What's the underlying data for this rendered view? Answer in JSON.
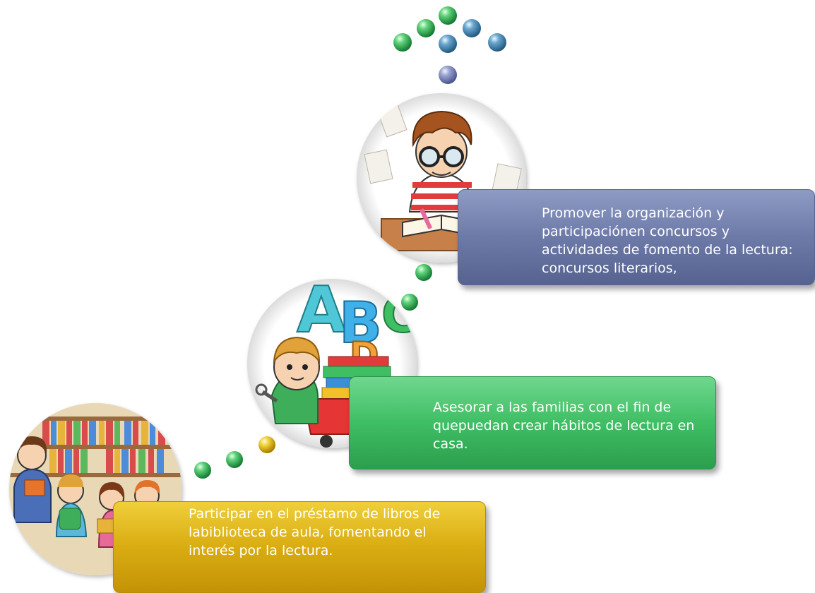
{
  "steps": {
    "top": {
      "text": "Promover la organización y participaciónen concursos y actividades de fomento de la lectura: concursos literarios,"
    },
    "middle": {
      "text": "Asesorar a las familias con el fin de quepuedan crear hábitos de lectura en casa."
    },
    "bottom": {
      "text": "Participar en el préstamo de libros de labiblioteca de aula, fomentando el interés por la lectura."
    }
  },
  "colors": {
    "top_box": "#6d7aa8",
    "middle_box": "#3fbe64",
    "bottom_box": "#d9ac12",
    "bead_green": "#2fa84f",
    "bead_blue": "#4a7fa8",
    "bead_purple": "#7b86b8",
    "bead_yellow": "#e5c21a"
  },
  "icons": {
    "top_illustration": "boy-with-glasses-reading-icon",
    "middle_illustration": "boy-with-books-and-letters-icon",
    "bottom_illustration": "children-in-library-icon",
    "arrow": "bead-arrow-icon",
    "connector": "bead-connector-icon"
  }
}
